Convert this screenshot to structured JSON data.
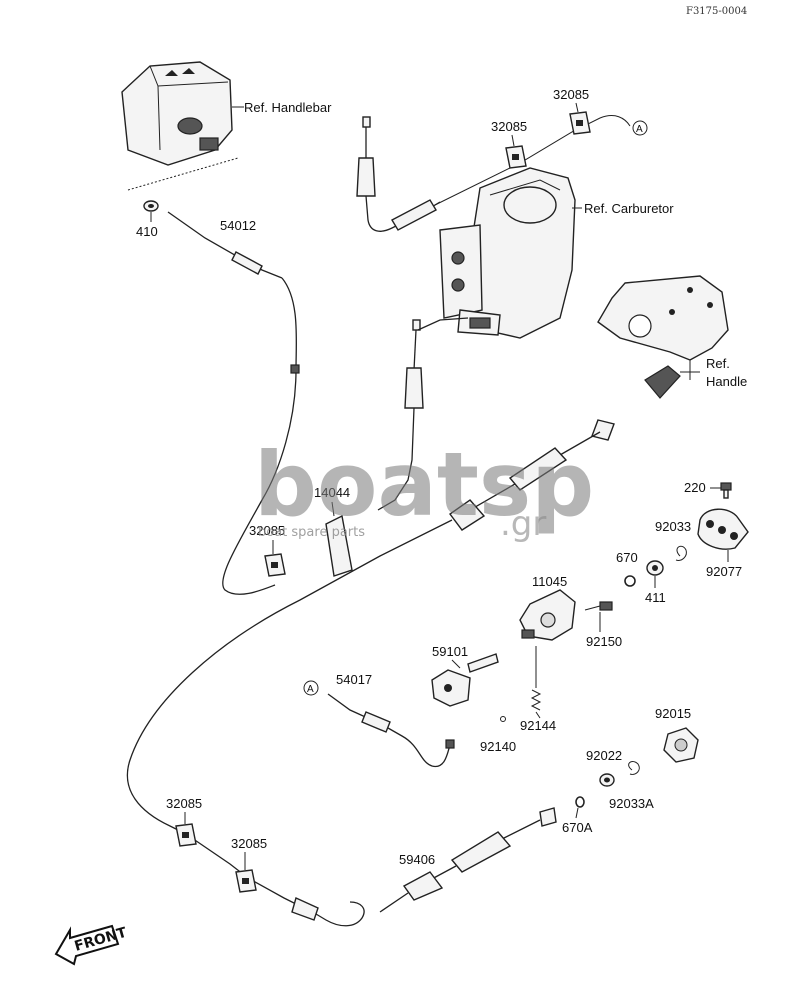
{
  "diagram_code": "F3175-0004",
  "refs": {
    "handlebar": "Ref. Handlebar",
    "carburetor": "Ref. Carburetor",
    "handle_line1": "Ref.",
    "handle_line2": "Handle"
  },
  "markers": {
    "a_top": "A",
    "a_mid": "A"
  },
  "front_label": "FRONT",
  "watermark": {
    "big": "boatsp",
    "tld": ".gr",
    "tagline": "boat spare parts"
  },
  "part_numbers": {
    "p410": "410",
    "p54012": "54012",
    "p32085_top1": "32085",
    "p32085_top2": "32085",
    "p14044": "14044",
    "p32085_mid": "32085",
    "p220": "220",
    "p92033": "92033",
    "p92077": "92077",
    "p670": "670",
    "p411": "411",
    "p11045": "11045",
    "p92150": "92150",
    "p59101": "59101",
    "p54017": "54017",
    "p92144": "92144",
    "p92140": "92140",
    "p92015": "92015",
    "p92022": "92022",
    "p92033A": "92033A",
    "p670A": "670A",
    "p32085_low1": "32085",
    "p32085_low2": "32085",
    "p59406": "59406"
  }
}
